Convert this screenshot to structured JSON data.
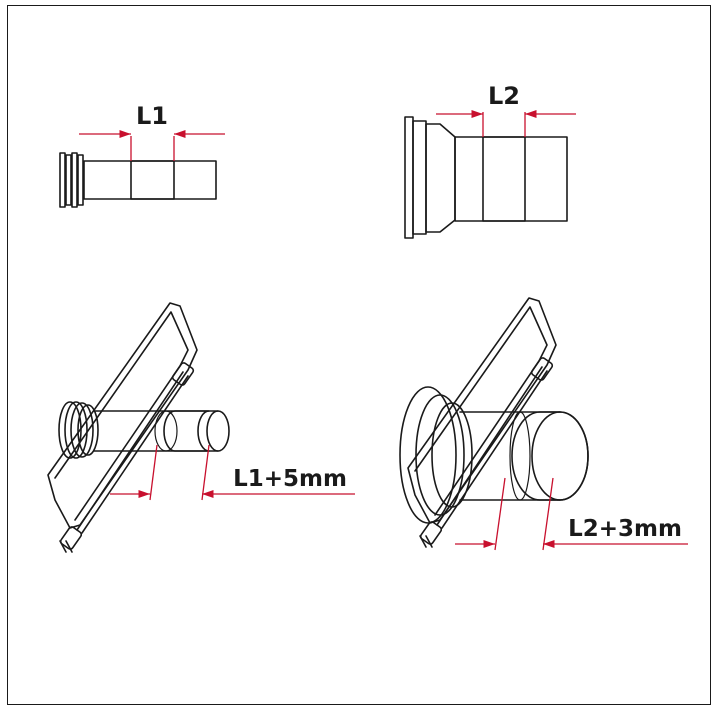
{
  "colors": {
    "outline": "#1a1a1a",
    "dimension": "#c8102e",
    "background": "#ffffff"
  },
  "labels": {
    "l1": "L1",
    "l2": "L2",
    "l1_plus": "L1+5mm",
    "l2_plus": "L2+3mm"
  }
}
